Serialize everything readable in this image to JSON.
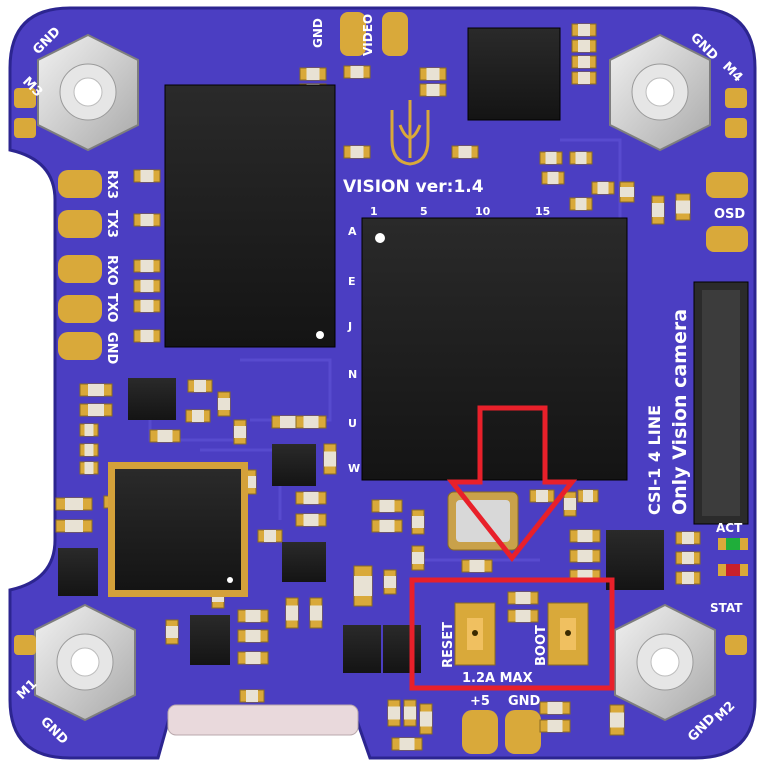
{
  "board": {
    "title": "VISION ver:1.4",
    "column_numbers": [
      "1",
      "5",
      "10",
      "15"
    ],
    "row_letters": [
      "A",
      "E",
      "J",
      "N",
      "U",
      "W"
    ],
    "camera_line1": "Only Vision camera",
    "camera_line2": "CSI-1 4 LINE",
    "osd": "OSD",
    "uart_pads": [
      "RX3",
      "TX3",
      "RXO",
      "TXO",
      "GND"
    ],
    "top_pads": [
      "GND",
      "VIDEO"
    ],
    "motor_labels": {
      "m3": "M3",
      "m3_gnd": "GND",
      "m4": "M4",
      "m4_gnd": "GND",
      "m1": "M1",
      "m1_gnd": "GND",
      "m2": "M2",
      "m2_gnd": "GND"
    },
    "led_labels": {
      "act": "ACT",
      "stat": "STAT"
    },
    "buttons": {
      "reset": "RESET",
      "boot": "BOOT"
    },
    "current_rating": "1.2A MAX",
    "power_pads": {
      "plus5": "+5",
      "gnd": "GND"
    }
  },
  "colors": {
    "pcb": "#4b3ec2",
    "pcb_edge": "#2c2590",
    "gold": "#d9a93a",
    "chip": "#1c1c1c",
    "highlight": "#e8202a"
  }
}
